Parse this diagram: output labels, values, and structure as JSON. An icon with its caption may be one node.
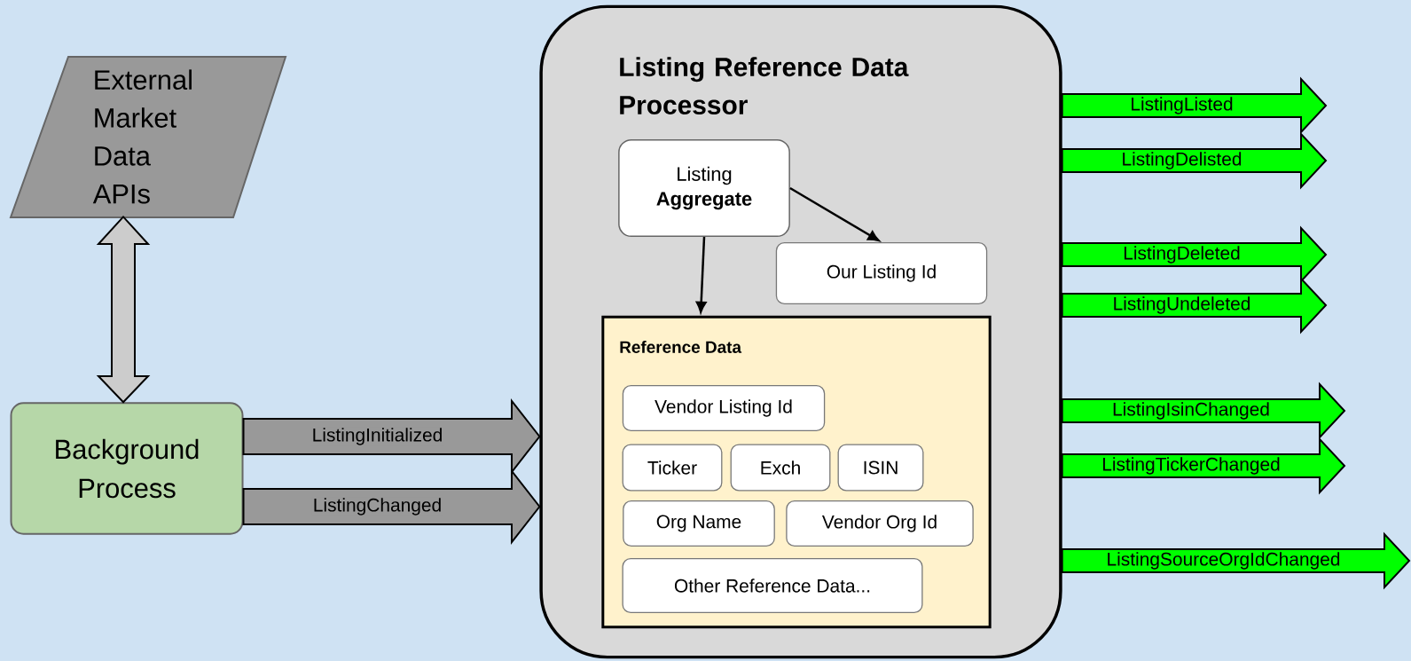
{
  "diagram": {
    "nodes": [
      {
        "text": [
          "External Market Data APIs"
        ]
      },
      {
        "text": [
          "Background Process"
        ]
      },
      {
        "text": [
          "Listing Reference Data Processor"
        ]
      },
      {
        "text": [
          "Listing **Aggregate**"
        ],
        "in": 2
      },
      {
        "text": [
          "Our Listing Id"
        ],
        "in": 2
      },
      {
        "text": [
          "Reference Data"
        ],
        "in": 2
      },
      {
        "text": [
          "Vendor Listing Id"
        ],
        "in": 5
      },
      {
        "text": [
          "Ticker"
        ],
        "in": 5
      },
      {
        "text": [
          "Exch"
        ],
        "in": 5
      },
      {
        "text": [
          "ISIN"
        ],
        "in": 5
      },
      {
        "text": [
          "Org Name"
        ],
        "in": 5
      },
      {
        "text": [
          "Vendor Org Id"
        ],
        "in": 5
      },
      {
        "text": [
          "Other Reference Data..."
        ],
        "in": 5
      }
    ],
    "edges": [
      {
        "from": 0,
        "to": 1,
        "arrow": "both",
        "style": "thick",
        "color": "#cccccc"
      },
      {
        "from": 1,
        "to": 2,
        "arrow": "to",
        "label": "ListingInitialized",
        "style": "thick",
        "color": "#999999"
      },
      {
        "from": 1,
        "to": 2,
        "arrow": "to",
        "label": "ListingChanged",
        "style": "thick",
        "color": "#999999"
      },
      {
        "from": 3,
        "to": 4,
        "arrow": "to",
        "color": "#000000"
      },
      {
        "from": 3,
        "to": 5,
        "arrow": "to",
        "color": "#000000"
      },
      {
        "from": 2,
        "to": null,
        "arrow": "to",
        "label": "ListingListed",
        "style": "thick",
        "color": "#00ff00"
      },
      {
        "from": 2,
        "to": null,
        "arrow": "to",
        "label": "ListingDelisted",
        "style": "thick",
        "color": "#00ff00"
      },
      {
        "from": 2,
        "to": null,
        "arrow": "to",
        "label": "ListingDeleted",
        "style": "thick",
        "color": "#00ff00"
      },
      {
        "from": 2,
        "to": null,
        "arrow": "to",
        "label": "ListingUndeleted",
        "style": "thick",
        "color": "#00ff00"
      },
      {
        "from": 2,
        "to": null,
        "arrow": "to",
        "label": "ListingIsinChanged",
        "style": "thick",
        "color": "#00ff00"
      },
      {
        "from": 2,
        "to": null,
        "arrow": "to",
        "label": "ListingTickerChanged",
        "style": "thick",
        "color": "#00ff00"
      },
      {
        "from": 2,
        "to": null,
        "arrow": "to",
        "label": "ListingSourceOrgIdChanged",
        "style": "thick",
        "color": "#00ff00"
      }
    ]
  }
}
